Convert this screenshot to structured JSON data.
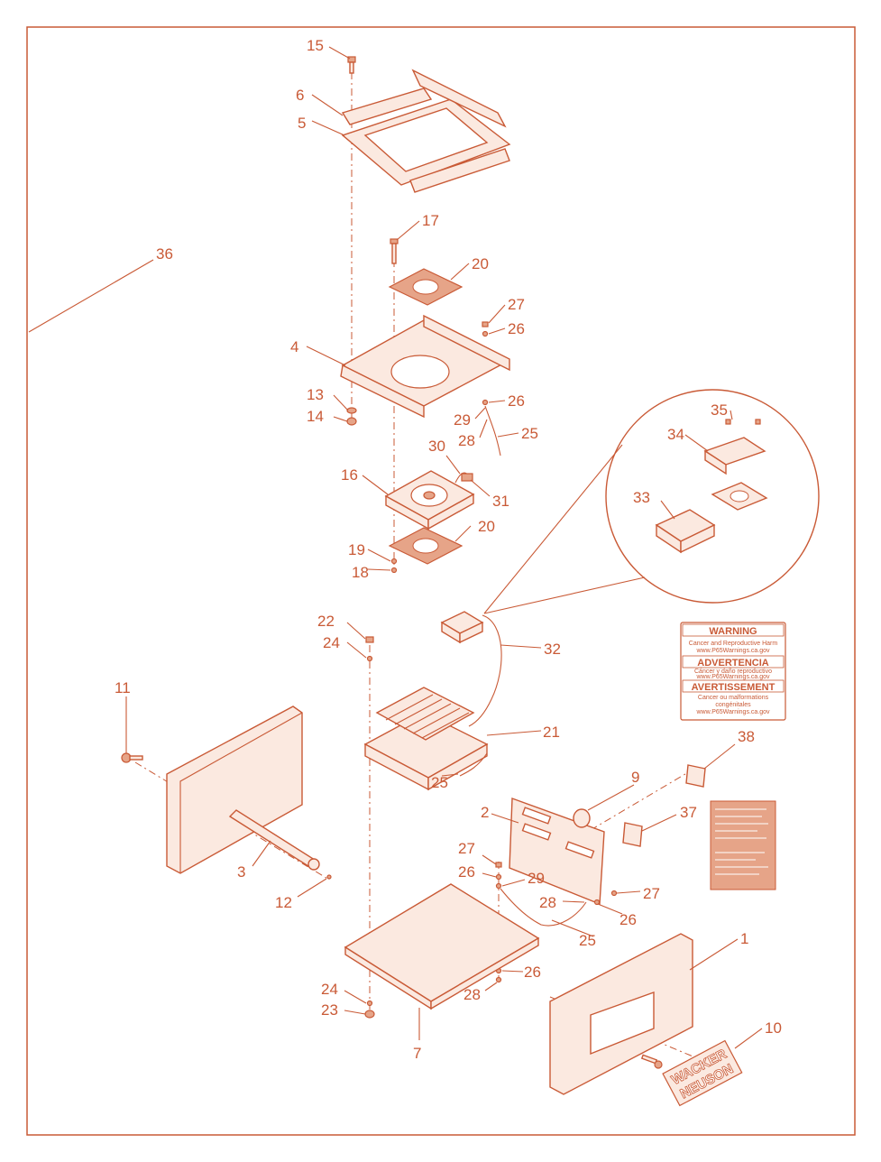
{
  "colors": {
    "stroke": "#c95a36",
    "fill": "#fbe9e0",
    "background": "#ffffff"
  },
  "callouts": [
    {
      "id": "c15",
      "text": "15"
    },
    {
      "id": "c6",
      "text": "6"
    },
    {
      "id": "c5",
      "text": "5"
    },
    {
      "id": "c17",
      "text": "17"
    },
    {
      "id": "c36",
      "text": "36"
    },
    {
      "id": "c20a",
      "text": "20"
    },
    {
      "id": "c27a",
      "text": "27"
    },
    {
      "id": "c26a",
      "text": "26"
    },
    {
      "id": "c4",
      "text": "4"
    },
    {
      "id": "c13",
      "text": "13"
    },
    {
      "id": "c14",
      "text": "14"
    },
    {
      "id": "c26b",
      "text": "26"
    },
    {
      "id": "c29a",
      "text": "29"
    },
    {
      "id": "c25a",
      "text": "25"
    },
    {
      "id": "c28a",
      "text": "28"
    },
    {
      "id": "c35",
      "text": "35"
    },
    {
      "id": "c34",
      "text": "34"
    },
    {
      "id": "c30",
      "text": "30"
    },
    {
      "id": "c16",
      "text": "16"
    },
    {
      "id": "c31",
      "text": "31"
    },
    {
      "id": "c33",
      "text": "33"
    },
    {
      "id": "c20b",
      "text": "20"
    },
    {
      "id": "c19",
      "text": "19"
    },
    {
      "id": "c18",
      "text": "18"
    },
    {
      "id": "c22",
      "text": "22"
    },
    {
      "id": "c24a",
      "text": "24"
    },
    {
      "id": "c32",
      "text": "32"
    },
    {
      "id": "c11",
      "text": "11"
    },
    {
      "id": "c21",
      "text": "21"
    },
    {
      "id": "c25b",
      "text": "25"
    },
    {
      "id": "c38",
      "text": "38"
    },
    {
      "id": "c9",
      "text": "9"
    },
    {
      "id": "c2",
      "text": "2"
    },
    {
      "id": "c37",
      "text": "37"
    },
    {
      "id": "c3",
      "text": "3"
    },
    {
      "id": "c27b",
      "text": "27"
    },
    {
      "id": "c26c",
      "text": "26"
    },
    {
      "id": "c29b",
      "text": "29"
    },
    {
      "id": "c12",
      "text": "12"
    },
    {
      "id": "c27c",
      "text": "27"
    },
    {
      "id": "c28b",
      "text": "28"
    },
    {
      "id": "c26d",
      "text": "26"
    },
    {
      "id": "c25c",
      "text": "25"
    },
    {
      "id": "c1",
      "text": "1"
    },
    {
      "id": "c26e",
      "text": "26"
    },
    {
      "id": "c28c",
      "text": "28"
    },
    {
      "id": "c24b",
      "text": "24"
    },
    {
      "id": "c23",
      "text": "23"
    },
    {
      "id": "c10",
      "text": "10"
    },
    {
      "id": "c7",
      "text": "7"
    }
  ],
  "warning_label": {
    "warning": "WARNING",
    "warning_lines": [
      "Cancer and Reproductive Harm",
      "www.P65Warnings.ca.gov"
    ],
    "advertencia": "ADVERTENCIA",
    "advertencia_lines": [
      "Cáncer y daño reproductivo",
      "www.P65Warnings.ca.gov"
    ],
    "avertissement": "AVERTISSEMENT",
    "avertissement_lines": [
      "Cancer ou malformations",
      "congénitales",
      "www.P65Warnings.ca.gov"
    ]
  },
  "logo": {
    "line1": "WACKER",
    "line2": "NEUSON"
  }
}
